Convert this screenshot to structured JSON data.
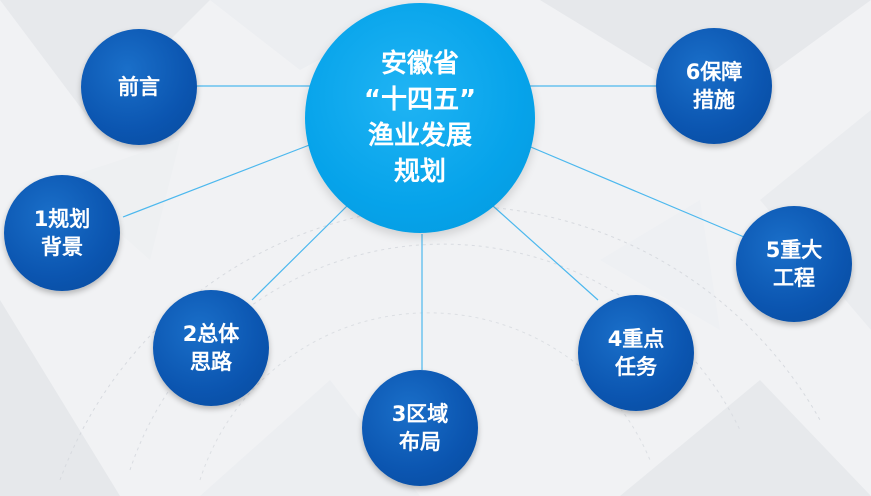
{
  "diagram": {
    "center": {
      "lines": [
        "安徽省",
        "“十四五”",
        "渔业发展",
        "规划"
      ]
    },
    "nodes": [
      {
        "id": "preface",
        "lines": [
          "前言"
        ]
      },
      {
        "id": "background",
        "lines": [
          "1规划",
          "背景"
        ]
      },
      {
        "id": "overall-thinking",
        "lines": [
          "2总体",
          "思路"
        ]
      },
      {
        "id": "regional-layout",
        "lines": [
          "3区域",
          "布局"
        ]
      },
      {
        "id": "key-tasks",
        "lines": [
          "4重点",
          "任务"
        ]
      },
      {
        "id": "major-projects",
        "lines": [
          "5重大",
          "工程"
        ]
      },
      {
        "id": "safeguards",
        "lines": [
          "6保障",
          "措施"
        ]
      }
    ],
    "colors": {
      "center_fill": "#06a3ea",
      "node_fill": "#0b55b0",
      "connector": "#4cb8ee",
      "text": "#ffffff"
    }
  }
}
